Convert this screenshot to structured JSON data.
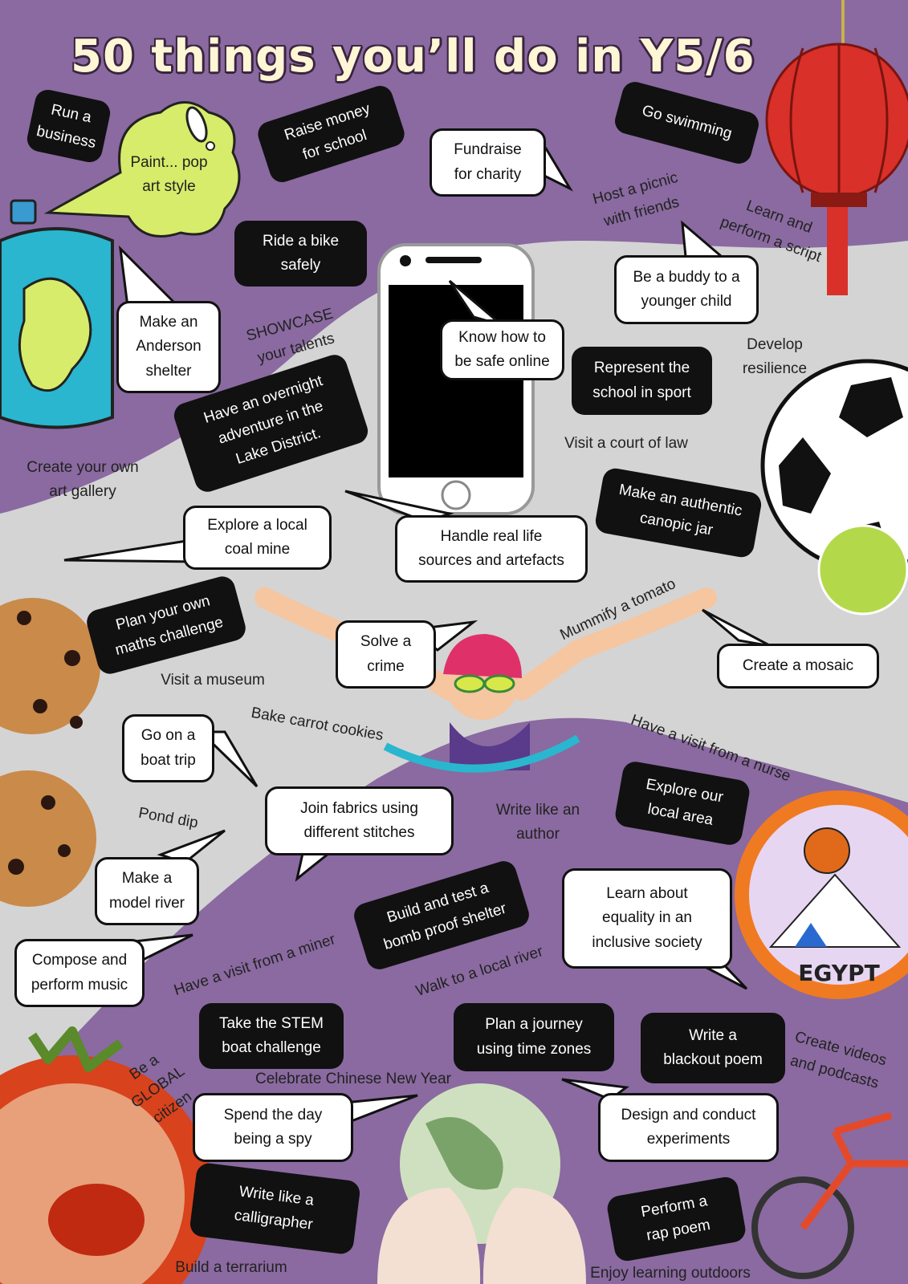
{
  "title": "50 things you’ll do in Y5/6",
  "colors": {
    "purple": "#8a6aa0",
    "grey": "#d4d4d4",
    "black_box": "#111111",
    "white_box": "#ffffff"
  },
  "images": [
    "spray-can",
    "paint-splash",
    "chinese-lantern",
    "smartphone",
    "football",
    "tennis-ball",
    "cookies",
    "swimmer",
    "egypt-badge",
    "tomato",
    "globe-in-hands",
    "bicycle"
  ],
  "items": {
    "run_business": "Run a\nbusiness",
    "paint_pop_art": "Paint... pop\nart style",
    "raise_money": "Raise money\nfor school",
    "fundraise_charity": "Fundraise\nfor charity",
    "go_swimming": "Go swimming",
    "host_picnic": "Host a picnic\nwith friends",
    "learn_script": "Learn and\nperform a script",
    "ride_bike": "Ride a bike\nsafely",
    "buddy": "Be a buddy to a\nyounger child",
    "anderson_shelter": "Make an\nAnderson\nshelter",
    "showcase": "SHOWCASE\nyour talents",
    "safe_online": "Know how to\nbe safe online",
    "represent_school": "Represent the\nschool in sport",
    "resilience": "Develop\nresilience",
    "overnight_adventure": "Have an overnight\nadventure in the\nLake District.",
    "court_of_law": "Visit a court of law",
    "art_gallery": "Create your own\nart gallery",
    "canopic_jar": "Make an authentic\ncanopic jar",
    "coal_mine": "Explore a local\ncoal mine",
    "real_life_sources": "Handle real life\nsources and artefacts",
    "mummify_tomato": "Mummify a tomato",
    "maths_challenge": "Plan your own\nmaths challenge",
    "solve_crime": "Solve a\ncrime",
    "mosaic": "Create a mosaic",
    "visit_museum": "Visit a museum",
    "carrot_cookies": "Bake carrot cookies",
    "nurse_visit": "Have a visit from a nurse",
    "boat_trip": "Go on a\nboat trip",
    "join_fabrics": "Join fabrics using\ndifferent stitches",
    "write_author": "Write like an\nauthor",
    "local_area": "Explore our\nlocal area",
    "pond_dip": "Pond dip",
    "model_river": "Make a\nmodel river",
    "bomb_shelter": "Build and test a\nbomb proof shelter",
    "equality": "Learn about\nequality in an\ninclusive society",
    "compose_music": "Compose and\nperform music",
    "miner_visit": "Have a visit from a miner",
    "local_river": "Walk to a local river",
    "stem_boat": "Take the STEM\nboat challenge",
    "time_zones": "Plan a journey\nusing time zones",
    "blackout_poem": "Write a\nblackout poem",
    "videos_podcasts": "Create videos\nand podcasts",
    "global_citizen": "Be a\nGLOBAL\ncitizen",
    "chinese_new_year": "Celebrate Chinese New Year",
    "spy": "Spend the day\nbeing a spy",
    "experiments": "Design and conduct\nexperiments",
    "calligrapher": "Write like a\ncalligrapher",
    "rap_poem": "Perform a\nrap poem",
    "terrarium": "Build a terrarium",
    "learning_outdoors": "Enjoy learning outdoors"
  },
  "badge_text": "EGYPT"
}
